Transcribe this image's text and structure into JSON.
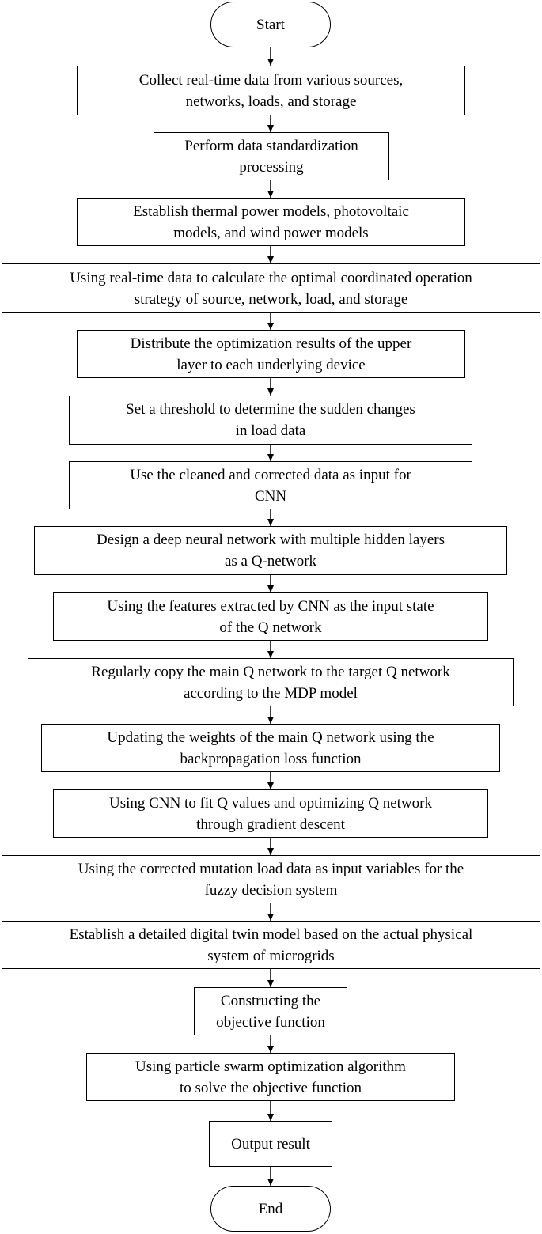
{
  "flowchart": {
    "start": "Start",
    "steps": [
      "Collect real-time data from various sources,\nnetworks, loads, and storage",
      "Perform data standardization\nprocessing",
      "Establish thermal power models, photovoltaic\nmodels, and wind power models",
      "Using real-time data to calculate the optimal coordinated operation\nstrategy of source, network, load, and storage",
      "Distribute the optimization results of the upper\nlayer to each underlying device",
      "Set a threshold to determine the sudden changes\nin load data",
      "Use the cleaned and corrected data as input for\nCNN",
      "Design a deep neural network with multiple hidden layers\nas a Q-network",
      "Using the features extracted by CNN as the input state\nof the Q network",
      "Regularly copy the main Q network to the target Q network\naccording to the MDP model",
      "Updating the weights of the main Q network using the\nbackpropagation loss function",
      "Using CNN to fit Q values and optimizing Q network\nthrough gradient descent",
      "Using the corrected mutation load data as input variables for the\nfuzzy decision system",
      "Establish a detailed digital twin model based on the actual physical\nsystem of microgrids",
      "Constructing the\nobjective function",
      "Using particle swarm optimization algorithm\nto solve the objective function"
    ],
    "output": "Output result",
    "end": "End"
  }
}
